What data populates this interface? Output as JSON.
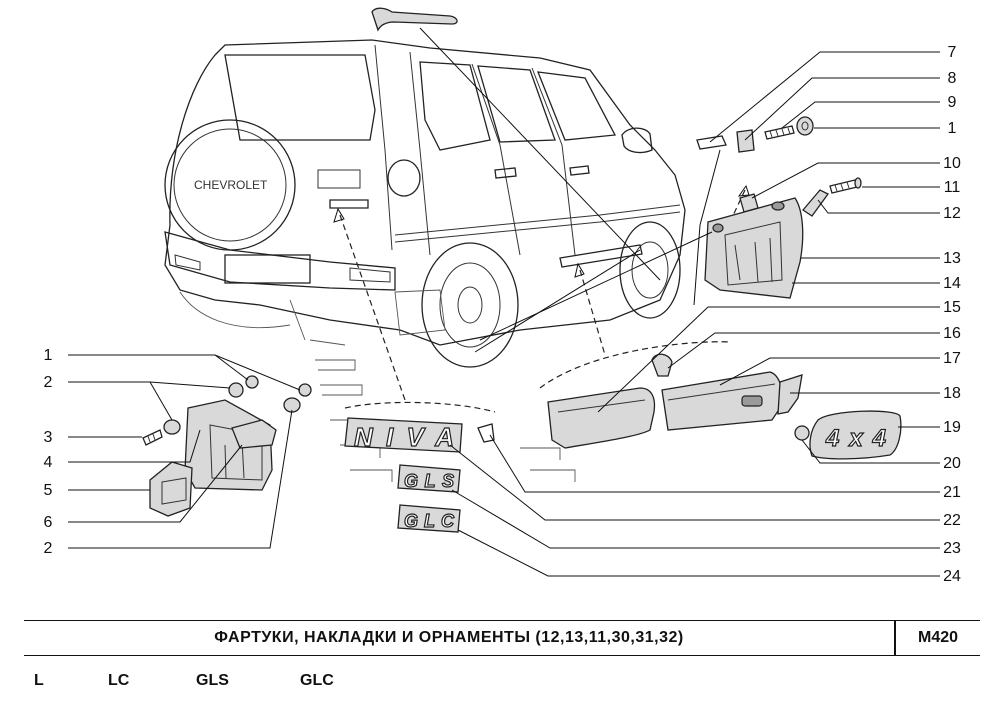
{
  "title": "ФАРТУКИ,  НАКЛАДКИ  И  ОРНАМЕНТЫ (12,13,11,30,31,32)",
  "page_code": "M420",
  "trim_levels": [
    "L",
    "LC",
    "GLS",
    "GLC"
  ],
  "emblems": {
    "niva": "NIVA",
    "gls": "GLS",
    "glc": "GLC",
    "four_by_four": "4x4",
    "spare_wheel_brand": "CHEVROLET"
  },
  "callouts_right": [
    "7",
    "8",
    "9",
    "1",
    "10",
    "11",
    "12",
    "13",
    "14",
    "15",
    "16",
    "17",
    "18",
    "19",
    "20",
    "21",
    "22",
    "23",
    "24"
  ],
  "callouts_left": [
    "1",
    "2",
    "3",
    "4",
    "5",
    "6",
    "2"
  ]
}
